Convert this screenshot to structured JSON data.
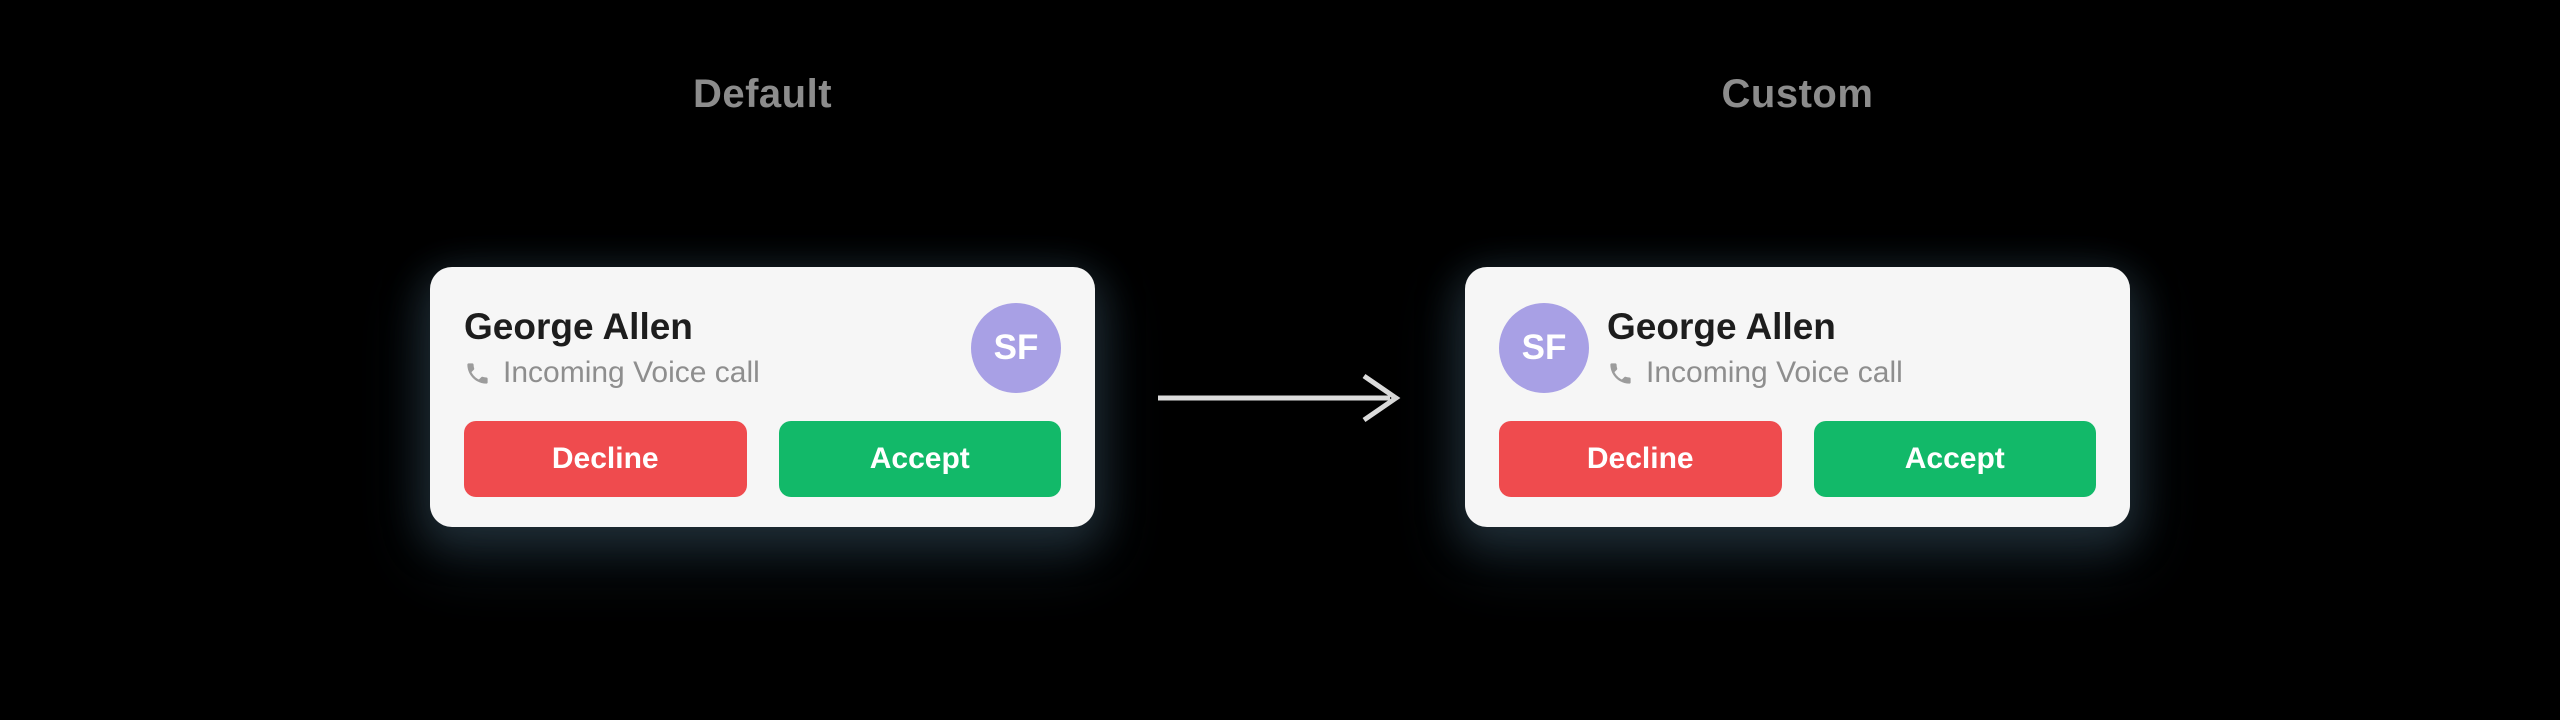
{
  "sections": [
    {
      "label": "Default",
      "variant": "default",
      "card": {
        "caller_name": "George Allen",
        "call_type": "Incoming Voice call",
        "avatar_initials": "SF",
        "decline_label": "Decline",
        "accept_label": "Accept"
      }
    },
    {
      "label": "Custom",
      "variant": "custom",
      "card": {
        "caller_name": "George Allen",
        "call_type": "Incoming Voice call",
        "avatar_initials": "SF",
        "decline_label": "Decline",
        "accept_label": "Accept"
      }
    }
  ],
  "icons": {
    "phone": "phone-icon",
    "arrow": "arrow-right-icon"
  },
  "colors": {
    "background": "#000000",
    "card_bg": "#F6F6F6",
    "name_text": "#1D1D1D",
    "subtitle_text": "#8E8E8E",
    "icon_gray": "#9C9C9C",
    "label_text": "#8C8C8C",
    "decline": "#EF4B4E",
    "accept": "#12B969",
    "avatar_bg": "#A8A0E5",
    "avatar_text": "#FFFFFF",
    "arrow": "#DCDCDC"
  }
}
